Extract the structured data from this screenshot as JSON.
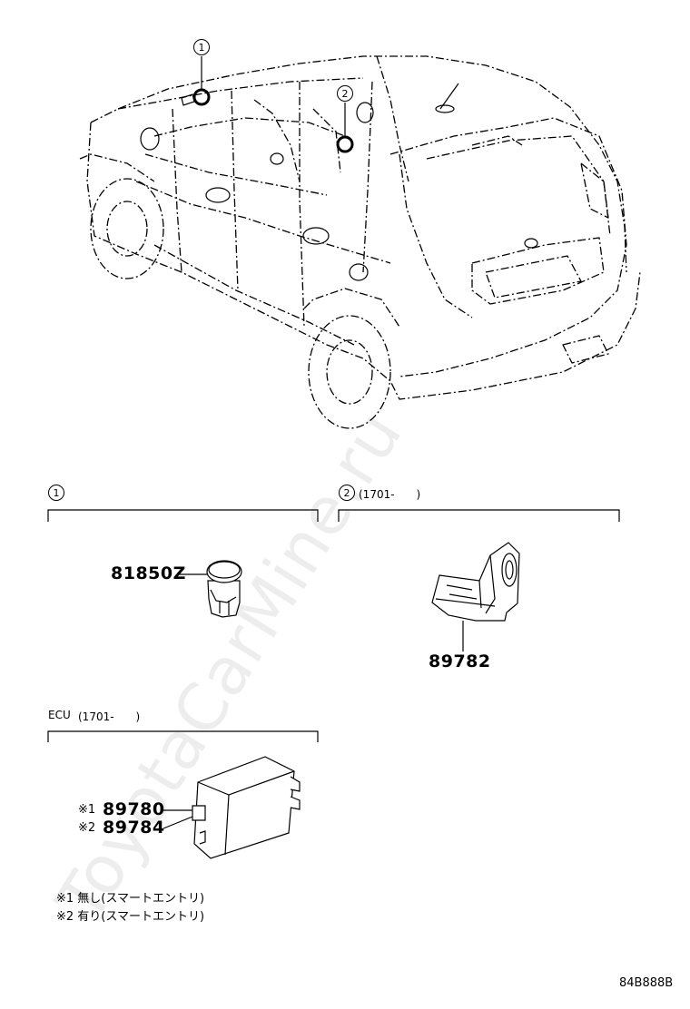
{
  "diagram": {
    "callouts": {
      "c1": "1",
      "c2": "2"
    },
    "section1": {
      "circle": "1"
    },
    "section2": {
      "circle": "2",
      "range": "(1701-　　)"
    },
    "section3": {
      "title": "ECU",
      "range": "(1701-　　)"
    },
    "parts": {
      "p81850z": "81850Z",
      "p89782": "89782",
      "p89780_mark": "※1",
      "p89780": "89780",
      "p89784_mark": "※2",
      "p89784": "89784"
    },
    "notes": {
      "n1": "※1 無し(スマートエントリ)",
      "n2": "※2 有り(スマートエントリ)"
    },
    "code": "84B888B",
    "watermark": "ToyotaCarMine.ru"
  }
}
